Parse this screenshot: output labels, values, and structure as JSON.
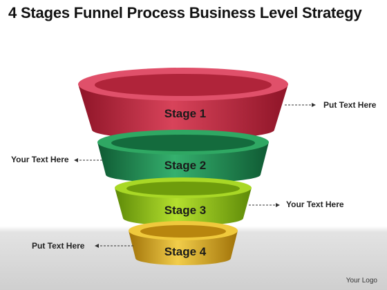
{
  "title": "4 Stages Funnel Process Business Level Strategy",
  "stages": [
    {
      "label": "Stage 1",
      "callout": "Put Text Here",
      "color": "#c0283c"
    },
    {
      "label": "Stage 2",
      "callout": "Your Text Here",
      "color": "#1f8a52"
    },
    {
      "label": "Stage 3",
      "callout": "Your Text Here",
      "color": "#8cbf1c"
    },
    {
      "label": "Stage 4",
      "callout": "Put Text Here",
      "color": "#d9a81a"
    }
  ],
  "footer": "Your Logo"
}
